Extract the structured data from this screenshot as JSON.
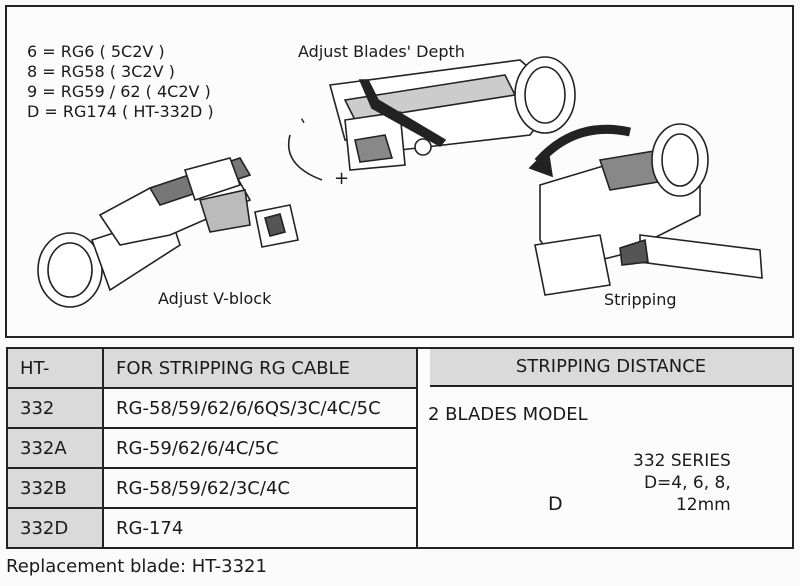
{
  "legend": {
    "line1": "6 = RG6 ( 5C2V )",
    "line2": "8 = RG58 ( 3C2V )",
    "line3": "9 = RG59 / 62 ( 4C2V )",
    "line4": "D = RG174 ( HT-332D )"
  },
  "captions": {
    "depth": "Adjust Blades' Depth",
    "vblock": "Adjust V-block",
    "stripping": "Stripping",
    "minus": "-",
    "plus": "+"
  },
  "table": {
    "col_model": "HT-",
    "col_cable": "FOR STRIPPING RG CABLE",
    "col_distance": "STRIPPING DISTANCE",
    "rows": [
      {
        "model": "332",
        "cable": "RG-58/59/62/6/6QS/3C/4C/5C"
      },
      {
        "model": "332A",
        "cable": "RG-59/62/6/4C/5C"
      },
      {
        "model": "332B",
        "cable": "RG-58/59/62/3C/4C"
      },
      {
        "model": "332D",
        "cable": "RG-174"
      }
    ],
    "blades_model": "2 BLADES MODEL",
    "dimension_label": "D",
    "series_line1": "332 SERIES",
    "series_line2": "D=4, 6, 8,",
    "series_line3": "12mm"
  },
  "footer": {
    "label": "Replacement blade:",
    "part": "HT-3321"
  }
}
